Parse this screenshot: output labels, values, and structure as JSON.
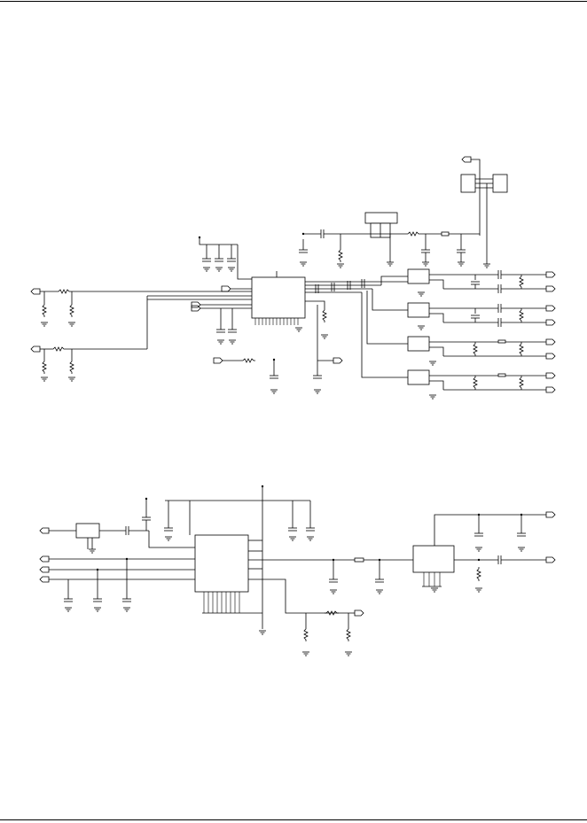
{
  "page": {
    "header_text": "",
    "footer_text": ""
  },
  "diagram": {
    "kind": "schematic",
    "sections": [
      {
        "id": "upper-schematic",
        "labels": []
      },
      {
        "id": "lower-schematic",
        "labels": []
      }
    ]
  }
}
